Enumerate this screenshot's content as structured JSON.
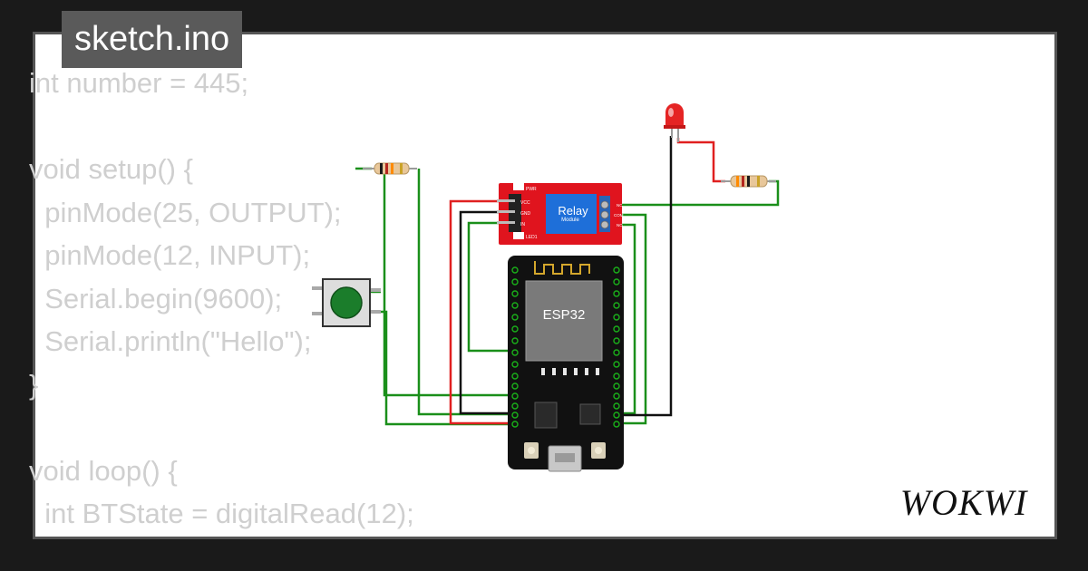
{
  "tab": {
    "filename": "sketch.ino"
  },
  "code_lines": [
    "int number = 445;",
    "",
    "void setup() {",
    "  pinMode(25, OUTPUT);",
    "  pinMode(12, INPUT);",
    "  Serial.begin(9600);",
    "  Serial.println(\"Hello\");",
    "}",
    "",
    "void loop() {",
    "  int BTState = digitalRead(12);"
  ],
  "relay": {
    "label": "Relay",
    "sublabel": "Module",
    "pins": [
      "VCC",
      "GND",
      "IN"
    ],
    "pwr": "PWR",
    "led": "LED1",
    "terminals": [
      "NC",
      "COM",
      "NO"
    ]
  },
  "esp32": {
    "label": "ESP32"
  },
  "brand": {
    "name": "WOKWI"
  },
  "colors": {
    "background": "#1a1a1a",
    "frame_border": "#555555",
    "code_text": "#cfcfcf",
    "wire_green": "#1a8f1a",
    "wire_red": "#e02020",
    "wire_black": "#111111",
    "relay_board": "#e0141e",
    "relay_block": "#1e6fd9",
    "led": "#e52424",
    "button_cap": "#1b7d2b"
  }
}
